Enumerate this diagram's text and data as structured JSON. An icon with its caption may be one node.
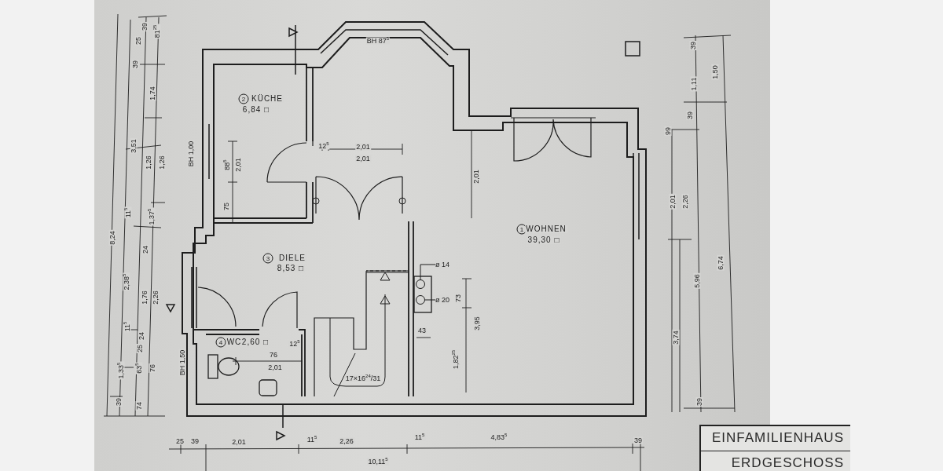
{
  "diagram": {
    "nodes": [
      {
        "text": [
          "EINFAMILIENHAUS",
          "ERDGESCHOSS"
        ]
      },
      {
        "text": [
          "ø 14"
        ]
      },
      {
        "text": [],
        "shape": "circle"
      },
      {
        "text": [
          "ø 20"
        ]
      },
      {
        "text": [],
        "shape": "circle"
      }
    ],
    "edges": [
      {
        "from": 1,
        "to": 2,
        "arrow": "none"
      },
      {
        "from": 3,
        "to": 4,
        "arrow": "none"
      }
    ],
    "labels": [
      "39",
      "25",
      "81$^{25}$",
      "39",
      "3,51",
      "1,74",
      "1,26",
      "1,26",
      "BH 1,00",
      "8,24",
      "11$^{5}$",
      "1,37$^{5}$",
      "24",
      "2,38$^{5}$",
      "1,76",
      "2,26",
      "11$^{5}$",
      "24",
      "25",
      "1,33$^{5}$",
      "63$^{5}$",
      "76",
      "BH 1,50",
      "39",
      "74",
      "BH 87$^{5}$",
      "2",
      "KÜCHE",
      "6,84 □",
      "88$^{5}$",
      "2,01",
      "75",
      "12$^{5}$",
      "2,01",
      "2,01",
      "2,01",
      "1",
      "WOHNEN",
      "39,30 □",
      "3",
      "DIELE",
      "8,53 □",
      "73",
      "3,95",
      "43",
      "4",
      "WC",
      "2,60 □",
      "12$^{5}$",
      "76",
      "2,01",
      "1,82$^{25}$",
      "17×16$^{24}$/31",
      "39",
      "1,50",
      "1,11",
      "39",
      "99",
      "2,01",
      "2,26",
      "6,74",
      "5,96",
      "3,74",
      "39",
      "25",
      "39",
      "2,01",
      "11$^{5}$",
      "2,26",
      "11$^{5}$",
      "4,83$^{5}$",
      "39",
      "10,11$^{5}$"
    ]
  }
}
